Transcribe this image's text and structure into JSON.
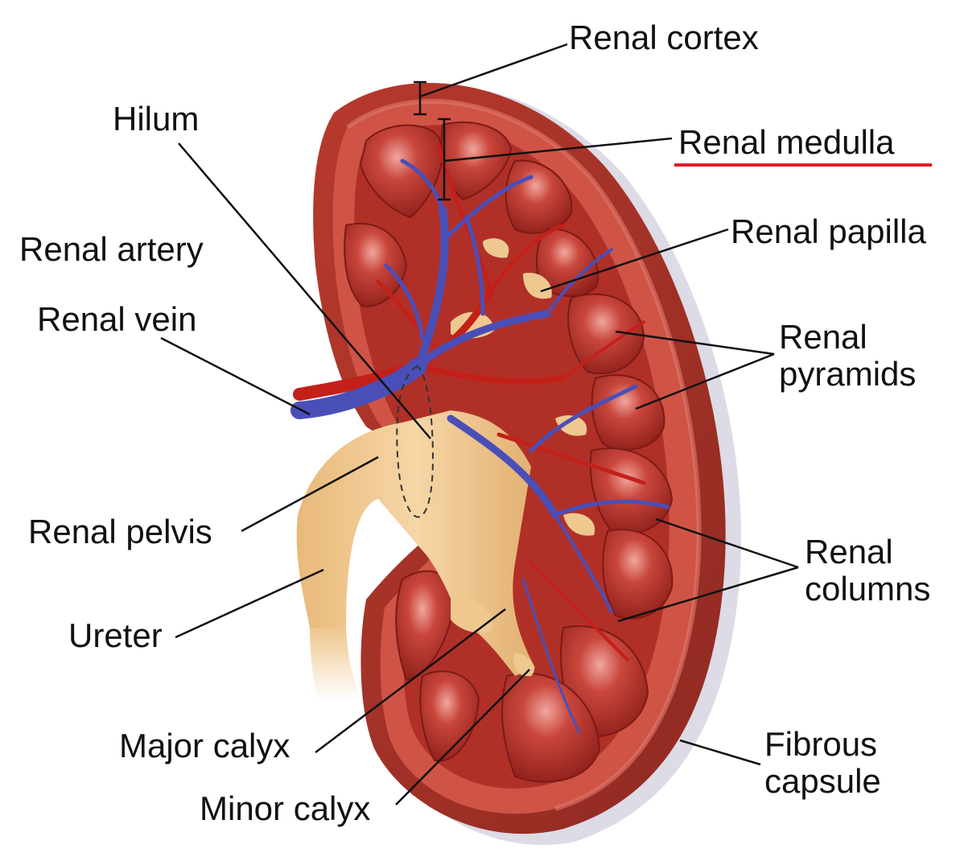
{
  "labels": {
    "renal_cortex": "Renal cortex",
    "hilum": "Hilum",
    "renal_medulla": "Renal medulla",
    "renal_artery": "Renal artery",
    "renal_papilla": "Renal papilla",
    "renal_vein": "Renal vein",
    "renal_pyramids": "Renal\npyramids",
    "renal_pelvis": "Renal pelvis",
    "renal_columns": "Renal\ncolumns",
    "ureter": "Ureter",
    "major_calyx": "Major calyx",
    "fibrous_capsule": "Fibrous\ncapsule",
    "minor_calyx": "Minor calyx"
  },
  "highlight": {
    "label": "renal_medulla",
    "color": "#e01f26"
  },
  "colors": {
    "capsule": "#c23a2c",
    "cortex": "#d4574a",
    "pyramid": "#b8332c",
    "pyramid_highlight": "#e88b82",
    "vein": "#4a4fb8",
    "artery": "#c4201a",
    "pelvis": "#f0c98f",
    "leader_line": "#111111"
  }
}
